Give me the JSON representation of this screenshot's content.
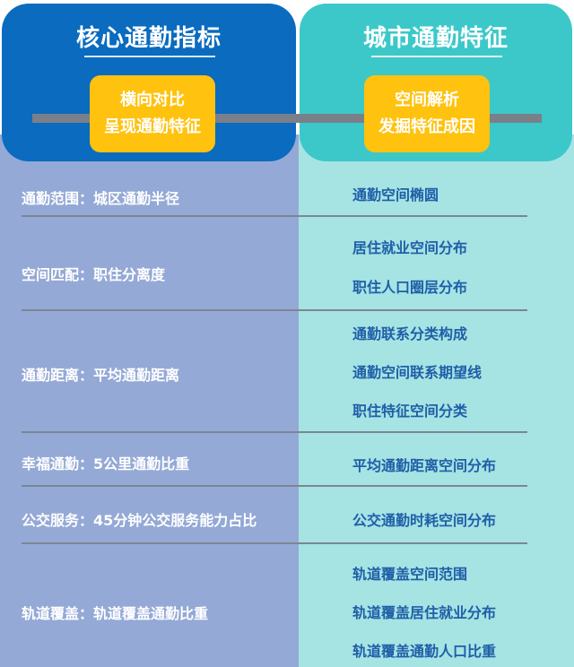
{
  "left_header": {
    "title": "核心通勤指标",
    "badge_lines": [
      "横向对比",
      "呈现通勤特征"
    ]
  },
  "right_header": {
    "title": "城市通勤特征",
    "badge_lines": [
      "空间解析",
      "发掘特征成因"
    ]
  },
  "rows": [
    {
      "left": "通勤范围：城区通勤半径",
      "right": [
        "通勤空间椭圆"
      ]
    },
    {
      "left": "空间匹配：职住分离度",
      "right": [
        "居住就业空间分布",
        "职住人口圈层分布"
      ]
    },
    {
      "left": "通勤距离：平均通勤距离",
      "right": [
        "通勤联系分类构成",
        "通勤空间联系期望线",
        "职住特征空间分类"
      ]
    },
    {
      "left": "幸福通勤：5公里通勤比重",
      "right": [
        "平均通勤距离空间分布"
      ]
    },
    {
      "left": "公交服务：45分钟公交服务能力占比",
      "right": [
        "公交通勤时耗空间分布"
      ]
    },
    {
      "left": "轨道覆盖：轨道覆盖通勤比重",
      "right": [
        "轨道覆盖空间范围",
        "轨道覆盖居住就业分布",
        "轨道覆盖通勤人口比重"
      ]
    }
  ]
}
